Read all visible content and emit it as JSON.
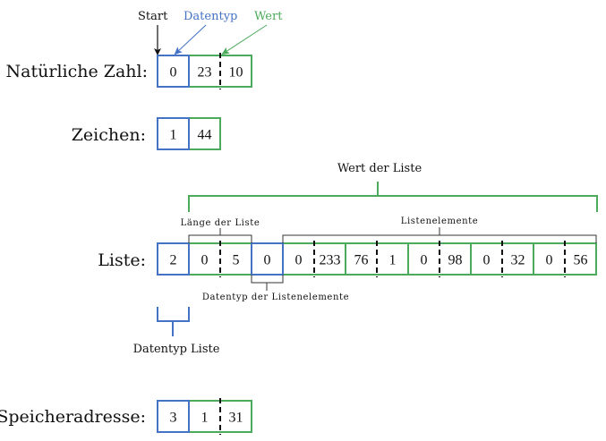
{
  "colors": {
    "type": "#4472c4",
    "value": "#4caa5c",
    "start": "#111111",
    "bracket": "#333333"
  },
  "legend": {
    "start": "Start",
    "datatype": "Datentyp",
    "value": "Wert"
  },
  "rows": [
    {
      "id": "natural-number",
      "label": "Natürliche Zahl:",
      "cells": [
        {
          "kind": "type",
          "parts": [
            "0"
          ]
        },
        {
          "kind": "value",
          "parts": [
            "23",
            "10"
          ]
        }
      ]
    },
    {
      "id": "character",
      "label": "Zeichen:",
      "cells": [
        {
          "kind": "type",
          "parts": [
            "1"
          ]
        },
        {
          "kind": "value",
          "parts": [
            "44"
          ]
        }
      ]
    },
    {
      "id": "list",
      "label": "Liste:",
      "cells": [
        {
          "kind": "type",
          "parts": [
            "2"
          ]
        },
        {
          "kind": "value",
          "parts": [
            "0",
            "5"
          ]
        },
        {
          "kind": "type",
          "parts": [
            "0"
          ]
        },
        {
          "kind": "value",
          "parts": [
            "0",
            "233"
          ]
        },
        {
          "kind": "value",
          "parts": [
            "76",
            "1"
          ]
        },
        {
          "kind": "value",
          "parts": [
            "0",
            "98"
          ]
        },
        {
          "kind": "value",
          "parts": [
            "0",
            "32"
          ]
        },
        {
          "kind": "value",
          "parts": [
            "0",
            "56"
          ]
        }
      ]
    },
    {
      "id": "memory-address",
      "label": "Speicheradresse:",
      "cells": [
        {
          "kind": "type",
          "parts": [
            "3"
          ]
        },
        {
          "kind": "value",
          "parts": [
            "1",
            "31"
          ]
        }
      ]
    }
  ],
  "annotations": {
    "list_value": "Wert der Liste",
    "list_length": "Länge der Liste",
    "list_elements": "Listenelemente",
    "element_datatype": "Datentyp der Listenelemente",
    "list_datatype": "Datentyp Liste"
  }
}
